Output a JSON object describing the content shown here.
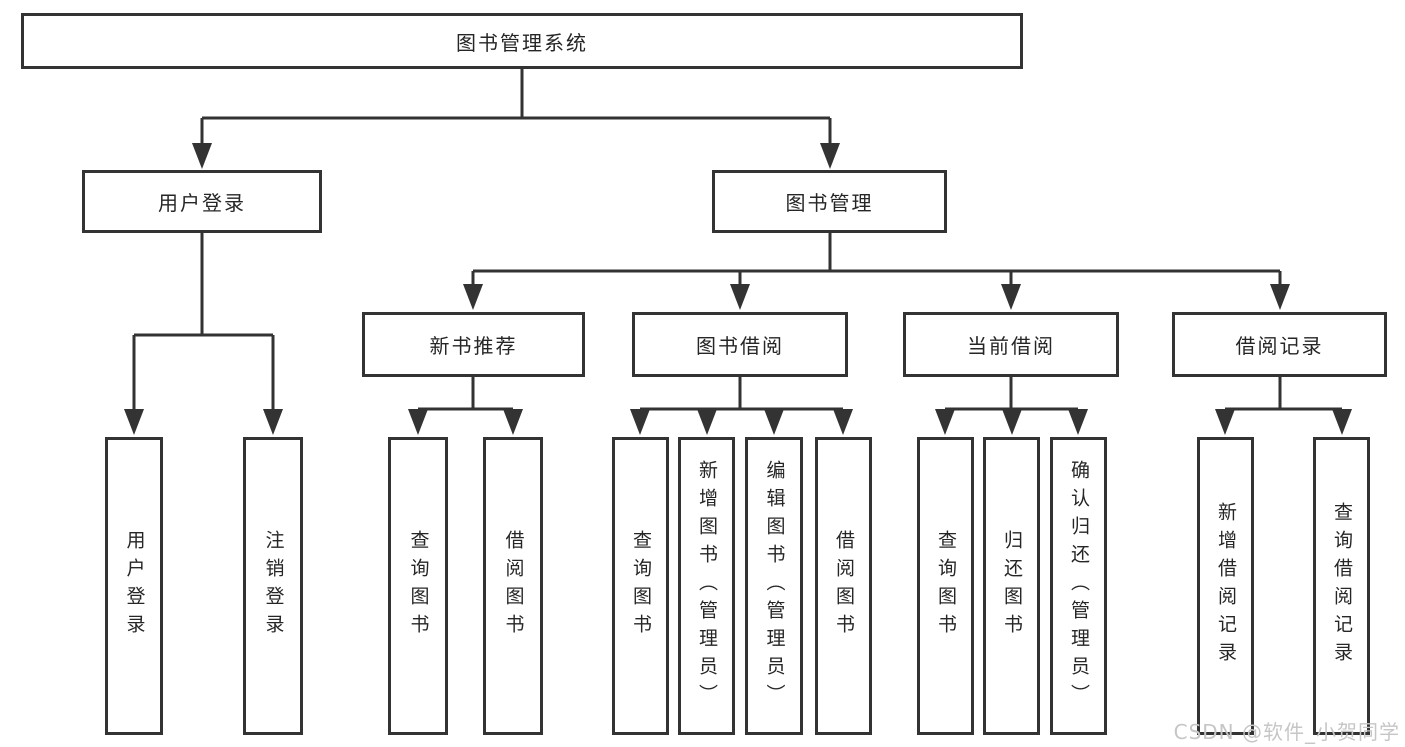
{
  "tree": {
    "root": "图书管理系统",
    "branches": [
      {
        "label": "用户登录",
        "children": [
          {
            "label": "用户登录"
          },
          {
            "label": "注销登录"
          }
        ]
      },
      {
        "label": "图书管理",
        "children": [
          {
            "label": "新书推荐",
            "children": [
              {
                "label": "查询图书"
              },
              {
                "label": "借阅图书"
              }
            ]
          },
          {
            "label": "图书借阅",
            "children": [
              {
                "label": "查询图书"
              },
              {
                "label": "新增图书（管理员）"
              },
              {
                "label": "编辑图书（管理员）"
              },
              {
                "label": "借阅图书"
              }
            ]
          },
          {
            "label": "当前借阅",
            "children": [
              {
                "label": "查询图书"
              },
              {
                "label": "归还图书"
              },
              {
                "label": "确认归还（管理员）"
              }
            ]
          },
          {
            "label": "借阅记录",
            "children": [
              {
                "label": "新增借阅记录"
              },
              {
                "label": "查询借阅记录"
              }
            ]
          }
        ]
      }
    ]
  },
  "watermark": "CSDN @软件_小贺同学",
  "colors": {
    "line": "#333333",
    "box_border": "#333333",
    "text": "#262626",
    "watermark": "#c6c6c6",
    "background": "#ffffff"
  }
}
